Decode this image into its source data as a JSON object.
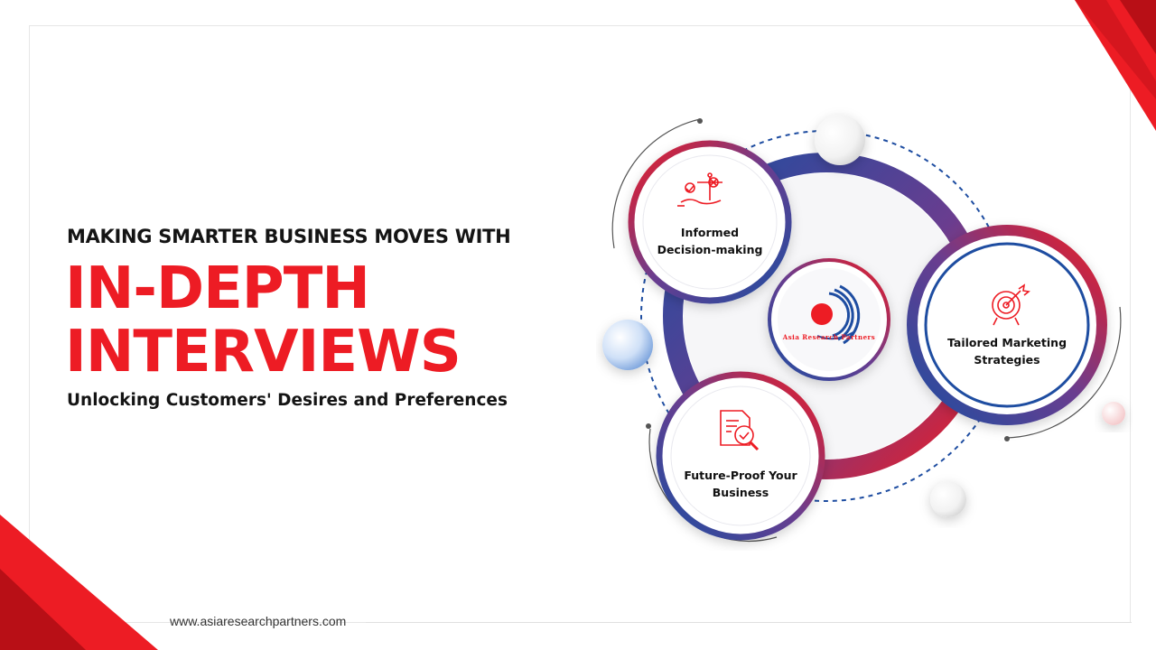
{
  "headline": "MAKING SMARTER BUSINESS MOVES WITH",
  "title_line1": "IN-DEPTH",
  "title_line2": "INTERVIEWS",
  "subtitle": "Unlocking Customers' Desires and Preferences",
  "website": "www.asiaresearchpartners.com",
  "center_logo": {
    "text": "Asia Research Partners"
  },
  "nodes": [
    {
      "line1": "Informed",
      "line2": "Decision-making",
      "icon": "scale-icon"
    },
    {
      "line1": "Tailored Marketing",
      "line2": "Strategies",
      "icon": "target-icon"
    },
    {
      "line1": "Future-Proof Your",
      "line2": "Business",
      "icon": "document-search-icon"
    }
  ],
  "colors": {
    "accent_red": "#ed1c24",
    "accent_blue": "#1e4da1",
    "purple": "#6a3d8f",
    "text_dark": "#141414"
  }
}
